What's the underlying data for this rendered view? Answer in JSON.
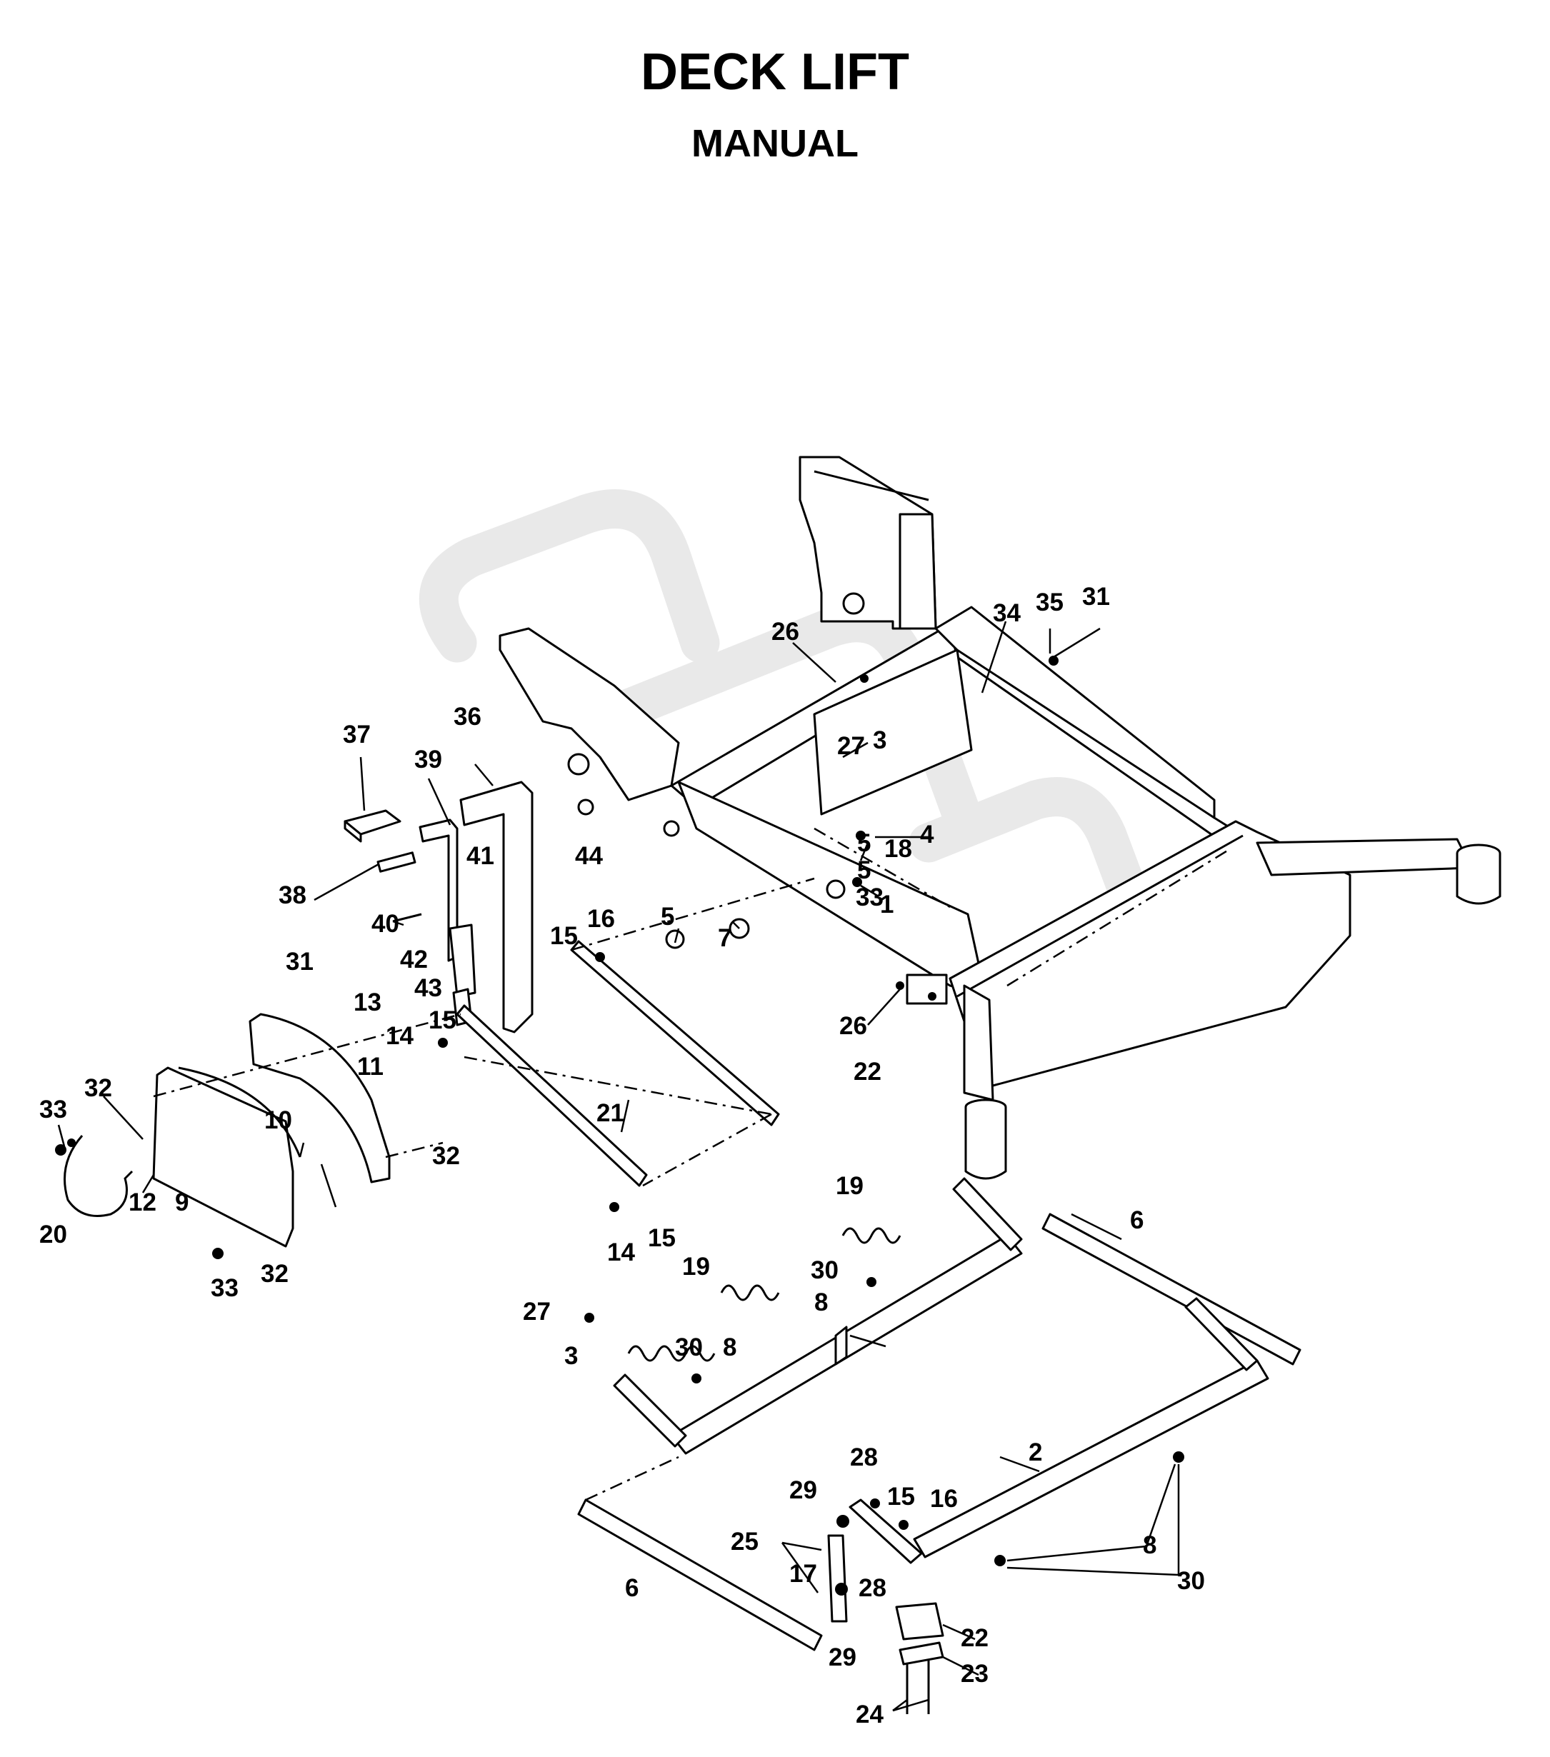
{
  "title": "DECK LIFT",
  "subtitle": "MANUAL",
  "part_labels": [
    "1",
    "2",
    "3",
    "3",
    "4",
    "5",
    "5",
    "5",
    "6",
    "6",
    "7",
    "8",
    "8",
    "8",
    "9",
    "10",
    "11",
    "12",
    "13",
    "14",
    "14",
    "15",
    "15",
    "15",
    "15",
    "16",
    "16",
    "17",
    "18",
    "19",
    "19",
    "20",
    "21",
    "22",
    "22",
    "23",
    "24",
    "25",
    "26",
    "26",
    "27",
    "27",
    "28",
    "28",
    "29",
    "29",
    "30",
    "30",
    "30",
    "31",
    "31",
    "32",
    "32",
    "32",
    "33",
    "33",
    "33",
    "34",
    "35",
    "36",
    "37",
    "38",
    "39",
    "40",
    "41",
    "42",
    "43",
    "44"
  ]
}
